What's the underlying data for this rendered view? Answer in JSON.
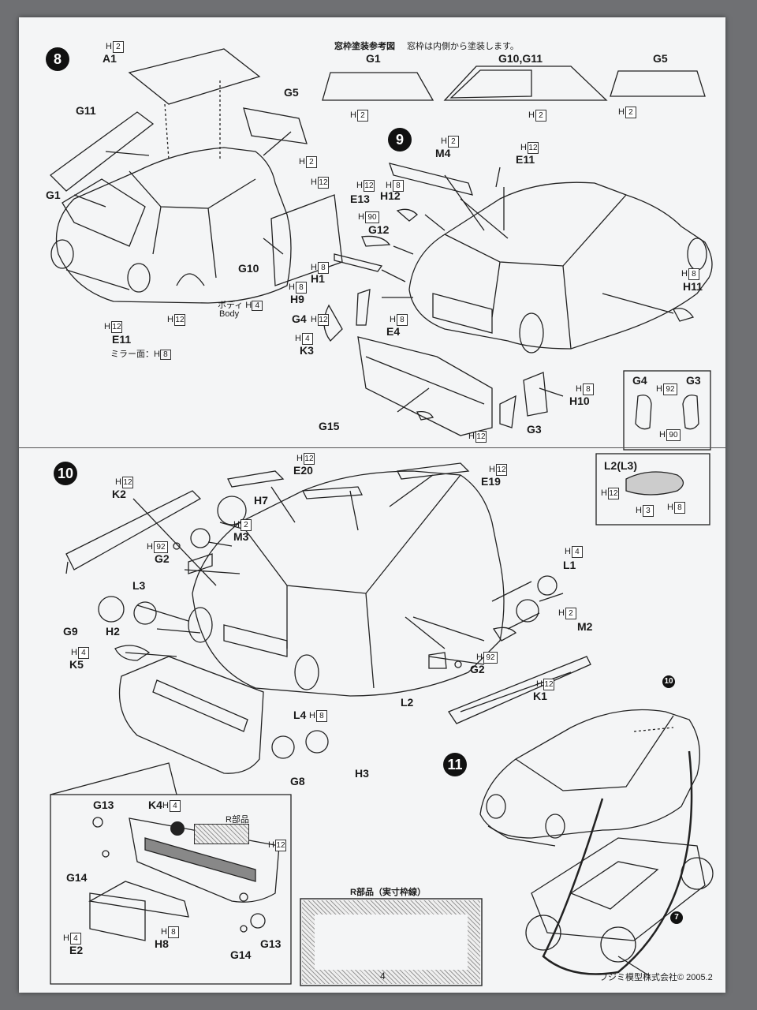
{
  "page": {
    "number": "4",
    "footer": "フジミ模型株式会社© 2005.2"
  },
  "header": {
    "title": "窓枠塗装参考図",
    "note": "窓枠は内側から塗装します。"
  },
  "windows": [
    {
      "label": "G1",
      "code": "2"
    },
    {
      "label": "G10,G11",
      "code": "2"
    },
    {
      "label": "G5",
      "code": "2"
    }
  ],
  "steps": {
    "s8": "8",
    "s9": "9",
    "s10": "10",
    "s11": "11",
    "ref10": "10",
    "ref7": "7"
  },
  "step8": {
    "A1": "A1",
    "A1c": "2",
    "G5": "G5",
    "G11": "G11",
    "G1": "G1",
    "G10": "G10",
    "E11": "E11",
    "E11c": "12",
    "mirror": "ミラー面：",
    "mirrorc": "8",
    "body_jp": "ボディ",
    "bodyc": "4",
    "body_en": "Body",
    "c_g5": "2",
    "c_g10": "12",
    "c_body": "12"
  },
  "step9": {
    "M4": "M4",
    "M4c": "2",
    "E11": "E11",
    "E11c": "12",
    "E13": "E13",
    "E13c": "12",
    "H12": "H12",
    "H12c": "8",
    "G12": "G12",
    "G12c": "90",
    "H1": "H1",
    "H1c": "8",
    "H9": "H9",
    "H9c": "8",
    "G4": "G4",
    "G4c": "12",
    "E4": "E4",
    "E4c": "8",
    "K3": "K3",
    "K3c": "4",
    "H11": "H11",
    "H11c": "8",
    "G15": "G15",
    "G15c": "12",
    "G3": "G3",
    "H10": "H10",
    "H10c": "8",
    "inset": {
      "G4": "G4",
      "G3": "G3",
      "c1": "92",
      "c2": "90"
    }
  },
  "step10": {
    "E20": "E20",
    "E20c": "12",
    "E19": "E19",
    "E19c": "12",
    "K2": "K2",
    "K2c": "12",
    "H7": "H7",
    "M3": "M3",
    "M3c": "2",
    "G2": "G2",
    "G2c": "92",
    "L3": "L3",
    "L1": "L1",
    "L1c": "4",
    "G9": "G9",
    "H2": "H2",
    "M2": "M2",
    "M2c": "2",
    "K5": "K5",
    "K5c": "4",
    "G2b": "G2",
    "G2bc": "92",
    "L2": "L2",
    "K1": "K1",
    "K1c": "12",
    "L4": "L4",
    "L4c": "8",
    "G8": "G8",
    "H3": "H3",
    "inset": {
      "title": "L2(L3)",
      "c1": "12",
      "c2": "3",
      "c3": "8"
    }
  },
  "bumper": {
    "G13": "G13",
    "K4": "K4",
    "K4c": "4",
    "rparts": "R部品",
    "c_r": "12",
    "G14": "G14",
    "E2": "E2",
    "E2c": "4",
    "H8": "H8",
    "H8c": "8",
    "G14b": "G14",
    "G13b": "G13"
  },
  "rbox": {
    "title": "R部品（実寸枠線）"
  }
}
